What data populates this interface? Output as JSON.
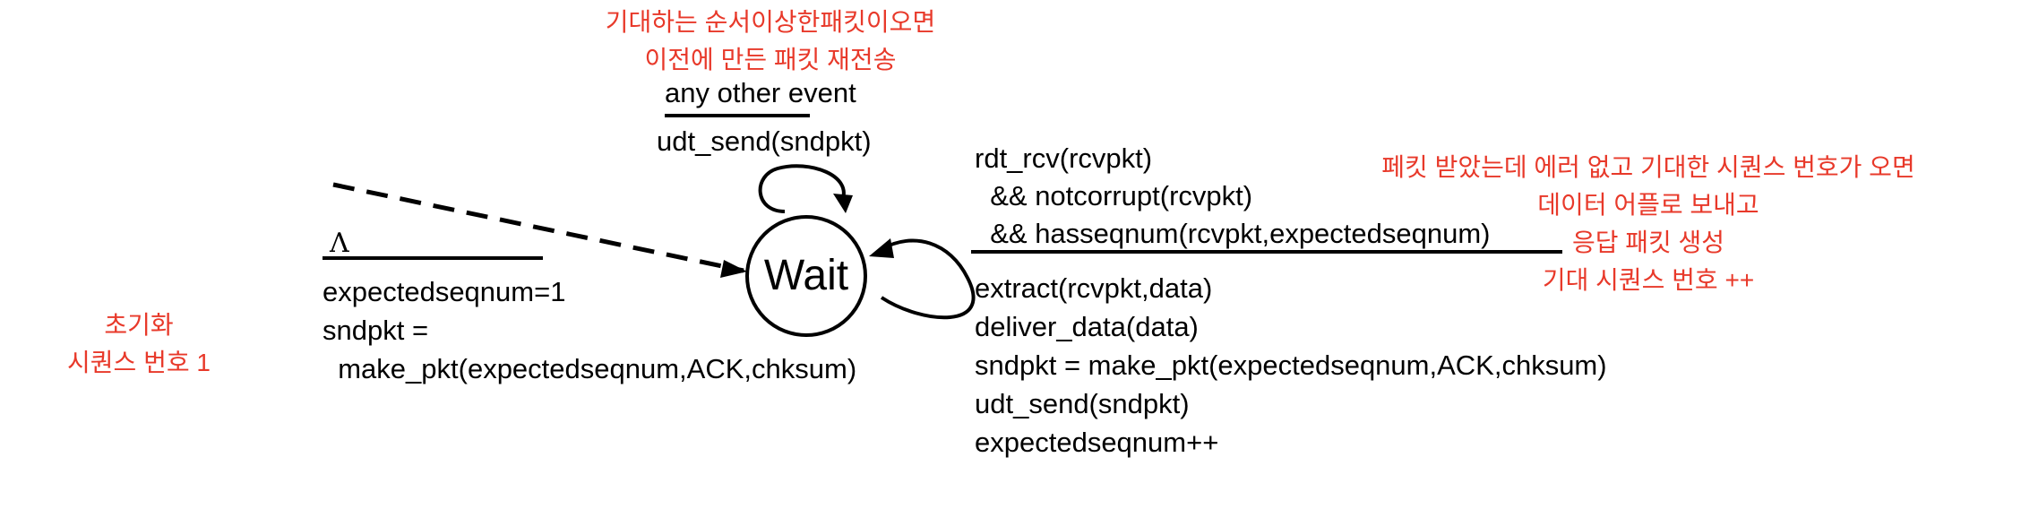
{
  "state": {
    "name": "Wait"
  },
  "init_transition": {
    "event": "Λ",
    "actions": [
      "expectedseqnum=1",
      "sndpkt =",
      "  make_pkt(expectedseqnum,ACK,chksum)"
    ],
    "annotation": [
      "초기화",
      "시퀀스 번호 1"
    ]
  },
  "self_loop_top": {
    "annotation": [
      "기대하는 순서이상한패킷이오면",
      "이전에 만든 패킷 재전송"
    ],
    "event": "any other event",
    "action": "udt_send(sndpkt)"
  },
  "self_loop_right": {
    "event": [
      "rdt_rcv(rcvpkt)",
      "  && notcorrupt(rcvpkt)",
      "  && hasseqnum(rcvpkt,expectedseqnum)"
    ],
    "actions": [
      "extract(rcvpkt,data)",
      "deliver_data(data)",
      "sndpkt = make_pkt(expectedseqnum,ACK,chksum)",
      "udt_send(sndpkt)",
      "expectedseqnum++"
    ],
    "annotation": [
      "페킷 받았는데 에러 없고 기대한 시퀀스 번호가 오면",
      "데이터 어플로 보내고",
      "응답 패킷 생성",
      "기대 시퀀스 번호 ++"
    ]
  },
  "colors": {
    "annotation": "#e8392a",
    "ink": "#000000"
  }
}
